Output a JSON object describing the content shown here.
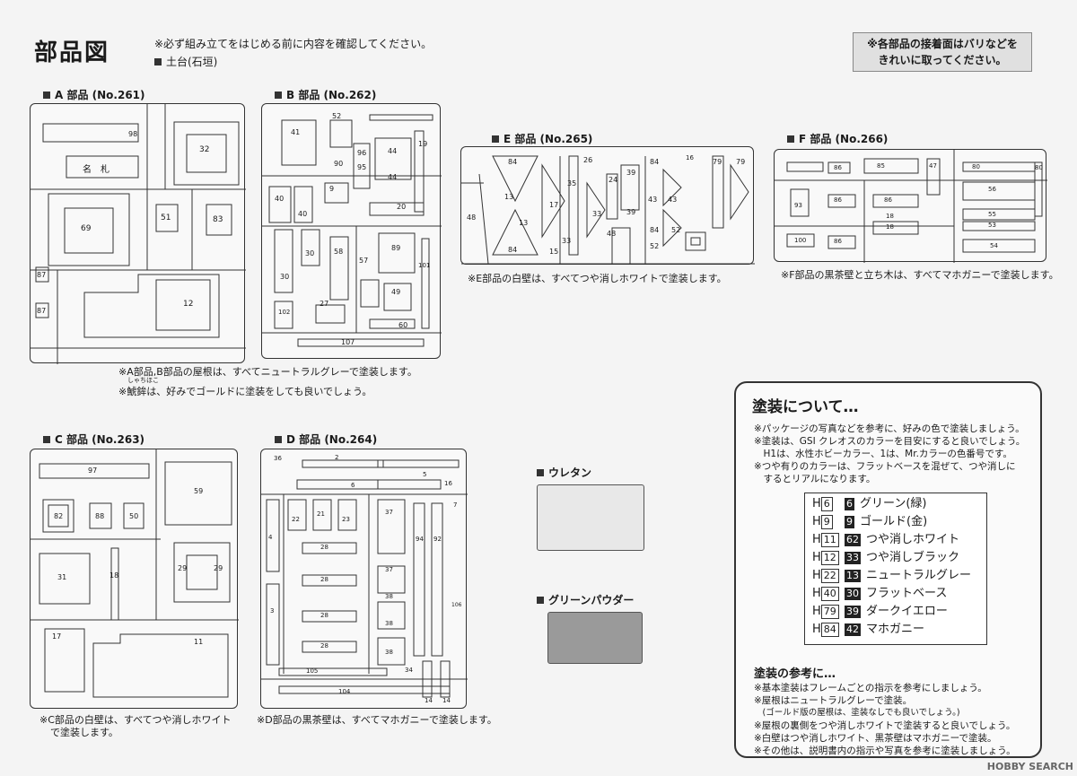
{
  "header": {
    "title": "部品図",
    "note": "※必ず組み立てをはじめる前に内容を確認してください。",
    "section": "土台(石垣)",
    "warning_line1": "※各部品の接着面はバリなどを",
    "warning_line2": "きれいに取ってください。"
  },
  "frames": {
    "a": {
      "label": "A 部品 (No.261)",
      "parts": [
        "98",
        "32",
        "名　札",
        "69",
        "51",
        "83",
        "87",
        "87",
        "12"
      ]
    },
    "b": {
      "label": "B 部品 (No.262)",
      "parts": [
        "52",
        "41",
        "19",
        "96",
        "95",
        "44",
        "90",
        "44",
        "9",
        "40",
        "40",
        "20",
        "30",
        "58",
        "89",
        "57",
        "30",
        "49",
        "102",
        "27",
        "60",
        "107",
        "101"
      ]
    },
    "e": {
      "label": "E 部品 (No.265)",
      "parts": [
        "26",
        "13",
        "13",
        "84",
        "84",
        "35",
        "24",
        "39",
        "84",
        "16",
        "79",
        "79",
        "43",
        "43",
        "33",
        "33",
        "39",
        "48",
        "84",
        "52",
        "52",
        "48",
        "17",
        "15"
      ]
    },
    "f": {
      "label": "F 部品 (No.266)",
      "parts": [
        "86",
        "85",
        "47",
        "80",
        "80",
        "86",
        "56",
        "93",
        "86",
        "18",
        "55",
        "53",
        "100",
        "86",
        "18",
        "54"
      ]
    },
    "c": {
      "label": "C 部品 (No.263)",
      "parts": [
        "97",
        "59",
        "82",
        "88",
        "50",
        "31",
        "18",
        "29",
        "29",
        "17",
        "11"
      ]
    },
    "d": {
      "label": "D 部品 (No.264)",
      "parts": [
        "36",
        "2",
        "5",
        "16",
        "6",
        "4",
        "22",
        "21",
        "23",
        "37",
        "7",
        "94",
        "92",
        "28",
        "37",
        "28",
        "38",
        "3",
        "28",
        "38",
        "106",
        "28",
        "38",
        "105",
        "34",
        "104",
        "14",
        "14"
      ]
    }
  },
  "notes": {
    "ab1": "※A部品,B部品の屋根は、すべてニュートラルグレーで塗装します。",
    "ab_ruby": "しゃちほこ",
    "ab2": "※鯱鉾は、好みでゴールドに塗装をしても良いでしょう。",
    "e": "※E部品の白壁は、すべてつや消しホワイトで塗装します。",
    "f": "※F部品の黒茶壁と立ち木は、すべてマホガニーで塗装します。",
    "c1": "※C部品の白壁は、すべてつや消しホワイト",
    "c2": "で塗装します。",
    "d": "※D部品の黒茶壁は、すべてマホガニーで塗装します。"
  },
  "materials": {
    "urethane": "ウレタン",
    "green_powder": "グリーンパウダー"
  },
  "paint": {
    "heading": "塗装について…",
    "lines": [
      "※パッケージの写真などを参考に、好みの色で塗装しましょう。",
      "※塗装は、GSI クレオスのカラーを目安にすると良いでしょう。",
      "　H1は、水性ホビーカラー、1は、Mr.カラーの色番号です。",
      "※つや有りのカラーは、フラットベースを混ぜて、つや消しに",
      "　するとリアルになります。"
    ],
    "colors": [
      {
        "h": "6",
        "m": "6",
        "name": "グリーン(緑)"
      },
      {
        "h": "9",
        "m": "9",
        "name": "ゴールド(金)"
      },
      {
        "h": "11",
        "m": "62",
        "name": "つや消しホワイト"
      },
      {
        "h": "12",
        "m": "33",
        "name": "つや消しブラック"
      },
      {
        "h": "22",
        "m": "13",
        "name": "ニュートラルグレー"
      },
      {
        "h": "40",
        "m": "30",
        "name": "フラットベース"
      },
      {
        "h": "79",
        "m": "39",
        "name": "ダークイエロー"
      },
      {
        "h": "84",
        "m": "42",
        "name": "マホガニー"
      }
    ],
    "h_prefix": "H",
    "ref_heading": "塗装の参考に…",
    "ref_lines": [
      "※基本塗装はフレームごとの指示を参考にしましょう。",
      "※屋根はニュートラルグレーで塗装。",
      "　(ゴールド版の屋根は、塗装なしでも良いでしょう。)",
      "※屋根の裏側をつや消しホワイトで塗装すると良いでしょう。",
      "※白壁はつや消しホワイト、黒茶壁はマホガニーで塗装。",
      "※その他は、説明書内の指示や写真を参考に塗装しましょう。"
    ]
  },
  "watermark": "HOBBY SEARCH"
}
